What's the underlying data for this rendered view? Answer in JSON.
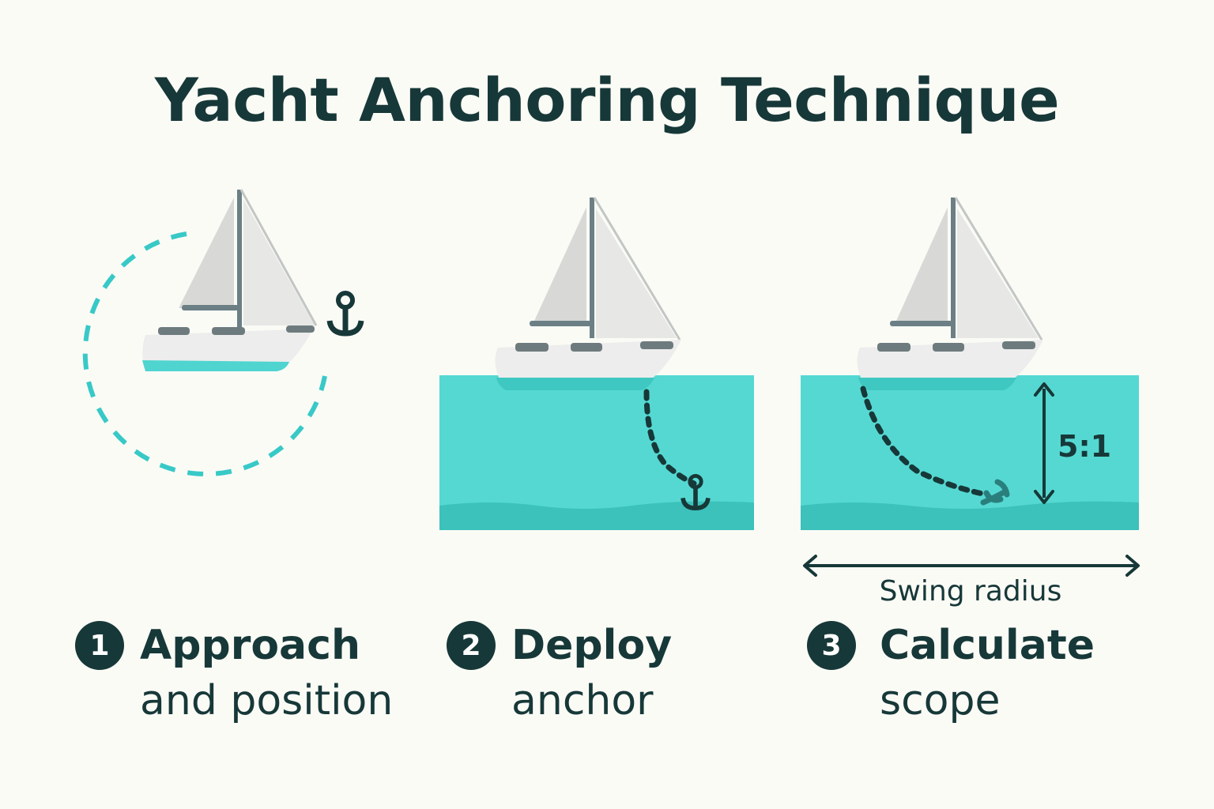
{
  "title": "Yacht Anchoring Technique",
  "steps": [
    {
      "number": "1",
      "line1": "Approach",
      "line2": "and position"
    },
    {
      "number": "2",
      "line1": "Deploy",
      "line2": "anchor"
    },
    {
      "number": "3",
      "line1": "Calculate",
      "line2": "scope"
    }
  ],
  "scope_ratio": "5:1",
  "swing_radius_label": "Swing radius",
  "colors": {
    "background": "#fbfbf6",
    "dark": "#173838",
    "water": "#55d8d2",
    "seabed": "#3cc1bb",
    "hull": "#ecedec",
    "sail": "#d8d9d7",
    "mast": "#6b7f85",
    "accent": "#38c9c7"
  }
}
